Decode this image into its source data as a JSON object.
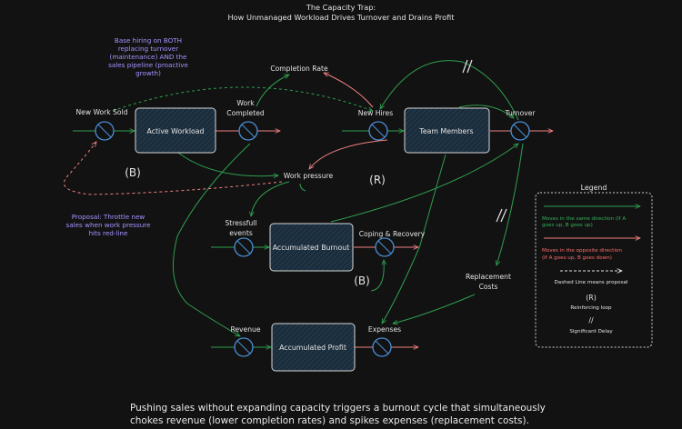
{
  "title": {
    "line1": "The Capacity Trap:",
    "line2": "How Unmanaged Workload Drives Turnover and Drains Profit"
  },
  "stocks": {
    "active_workload": "Active Workload",
    "team_members": "Team Members",
    "accumulated_burnout": "Accumulated Burnout",
    "accumulated_profit": "Accumulated Profit"
  },
  "variables": {
    "new_work_sold": "New Work Sold",
    "work_completed_1": "Work",
    "work_completed_2": "Completed",
    "completion_rate": "Completion Rate",
    "new_hires": "New Hires",
    "turnover": "Turnover",
    "work_pressure": "Work pressure",
    "stressfull_events_1": "Stressfull",
    "stressfull_events_2": "events",
    "coping_recovery": "Coping & Recovery",
    "replacement_costs_1": "Replacement",
    "replacement_costs_2": "Costs",
    "revenue": "Revenue",
    "expenses": "Expenses"
  },
  "loops": {
    "balancing_1": "(B)",
    "reinforcing": "(R)",
    "balancing_2": "(B)"
  },
  "annotations": {
    "hiring_note": [
      "Base hiring on BOTH",
      "replacing turnover",
      "(maintenance) AND the",
      "sales pipeline (proactive",
      "growth)"
    ],
    "throttle_note": [
      "Proposal: Throttle new",
      "sales when work pressure",
      "hits red-line"
    ]
  },
  "legend": {
    "title": "Legend",
    "same_direction": [
      "Moves in the same direction (If A",
      "goes up, B goes up)"
    ],
    "opposite_direction": [
      "Moves in the opposite direction",
      "(If A goes up, B goes down)"
    ],
    "dashed": "Dashed Line means proposal",
    "reinforcing_symbol": "(R)",
    "reinforcing_label": "Reinforcing loop",
    "delay_symbol": "//",
    "delay_label": "Significant Delay"
  },
  "caption": {
    "line1": "Pushing sales without expanding capacity triggers a burnout cycle that simultaneously",
    "line2": "chokes revenue (lower completion rates) and spikes expenses (replacement costs)."
  },
  "colors": {
    "background": "#121212",
    "positive_link": "#2f9e4f",
    "negative_link": "#f08080",
    "annotation": "#a792ff",
    "valve": "#4a90d9",
    "stock_fill": "#1e3140"
  }
}
